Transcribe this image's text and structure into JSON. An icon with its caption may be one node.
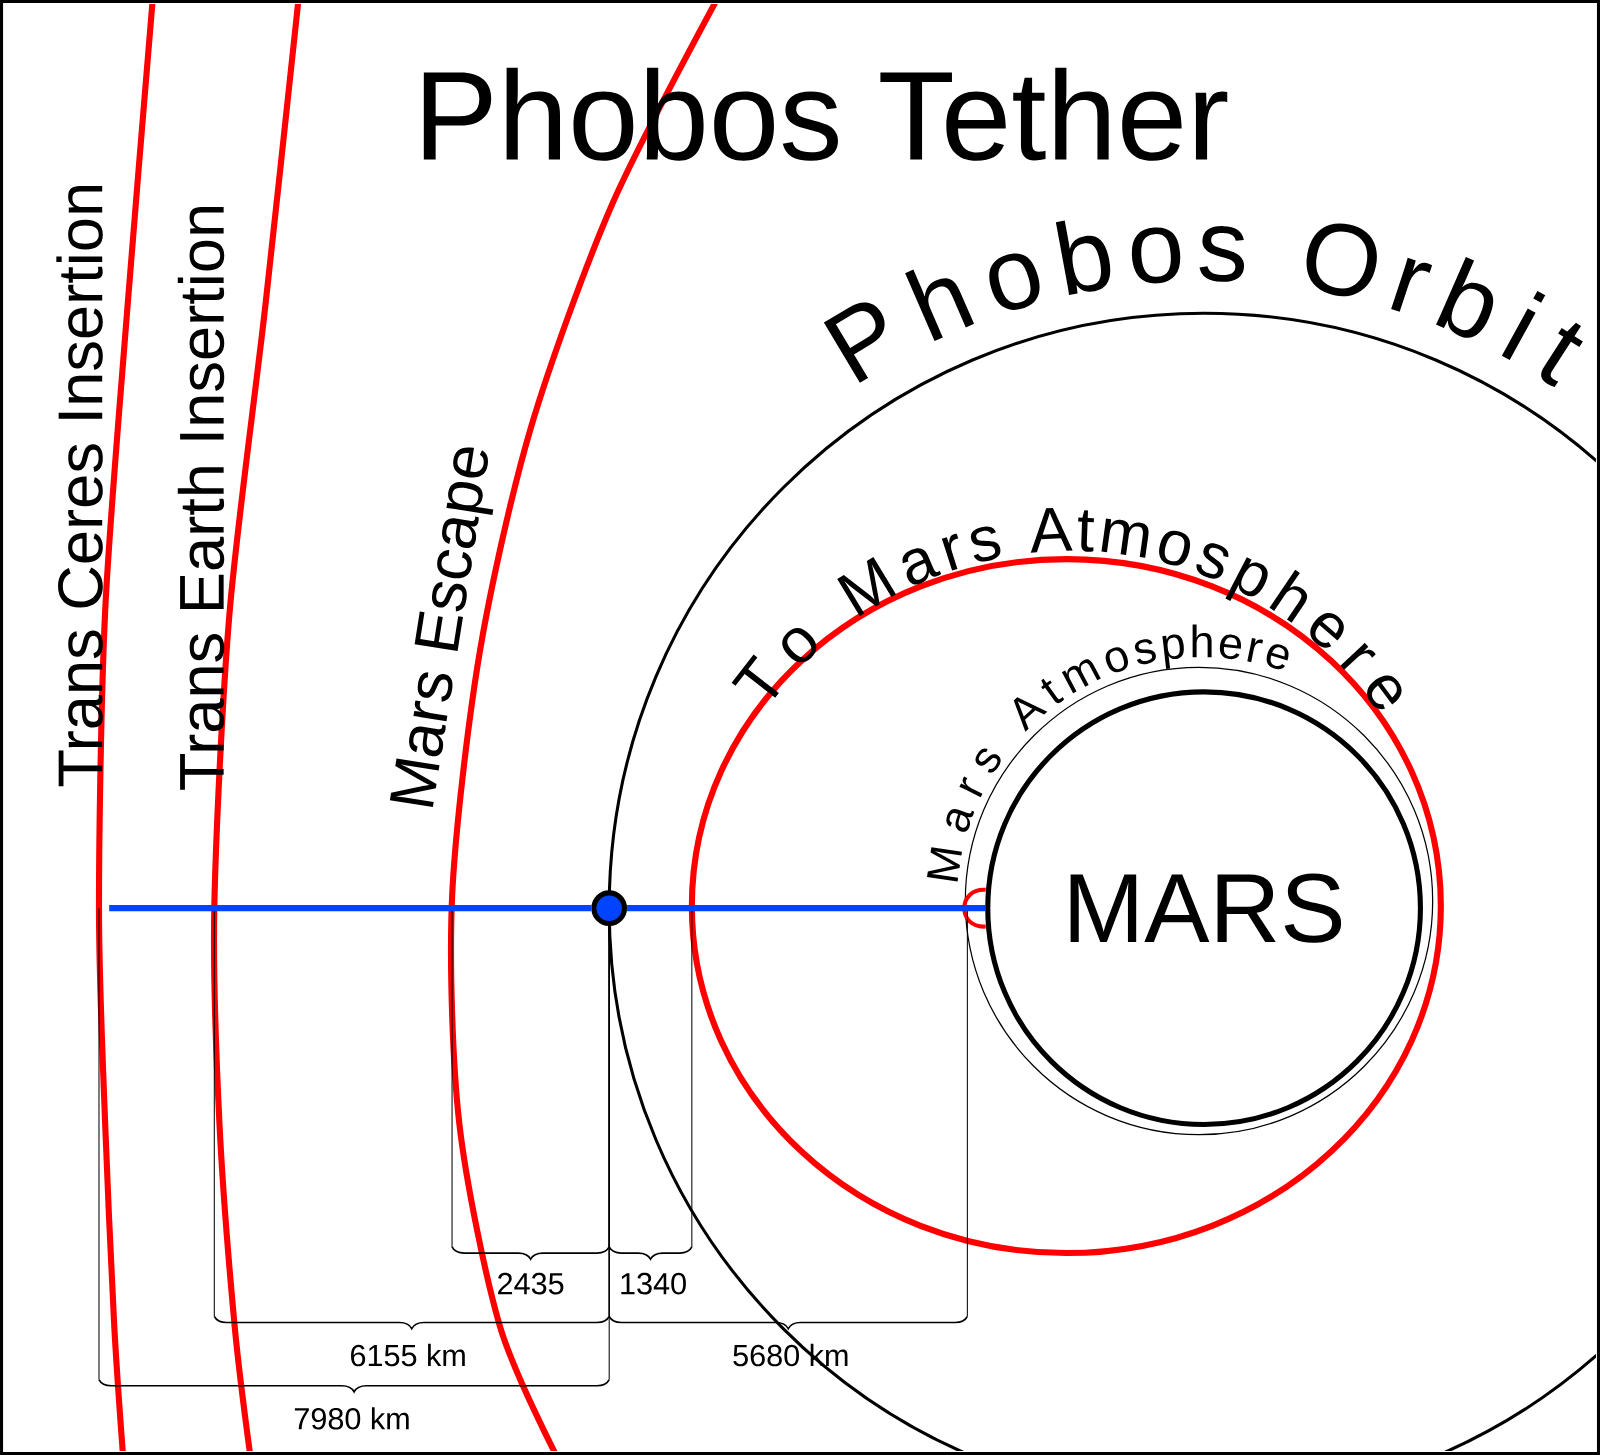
{
  "diagram": {
    "title": "Phobos Tether",
    "nodes": [
      {
        "text": [
          "MARS"
        ]
      },
      {
        "text": [],
        "shape": "circle"
      }
    ],
    "edges": [
      {
        "from": null,
        "to": 1,
        "arrow": "none",
        "color": "#0044ff"
      },
      {
        "from": 1,
        "to": 0,
        "arrow": "none",
        "color": "#0044ff"
      }
    ],
    "labels": [
      "Phobos Orbit",
      "Trans Ceres Insertion",
      "Trans Earth Insertion",
      "Mars Escape",
      "To Mars Atmosphere",
      "Mars Atmosphere",
      "2435",
      "1340",
      "6155 km",
      "5680 km",
      "7980 km"
    ]
  }
}
